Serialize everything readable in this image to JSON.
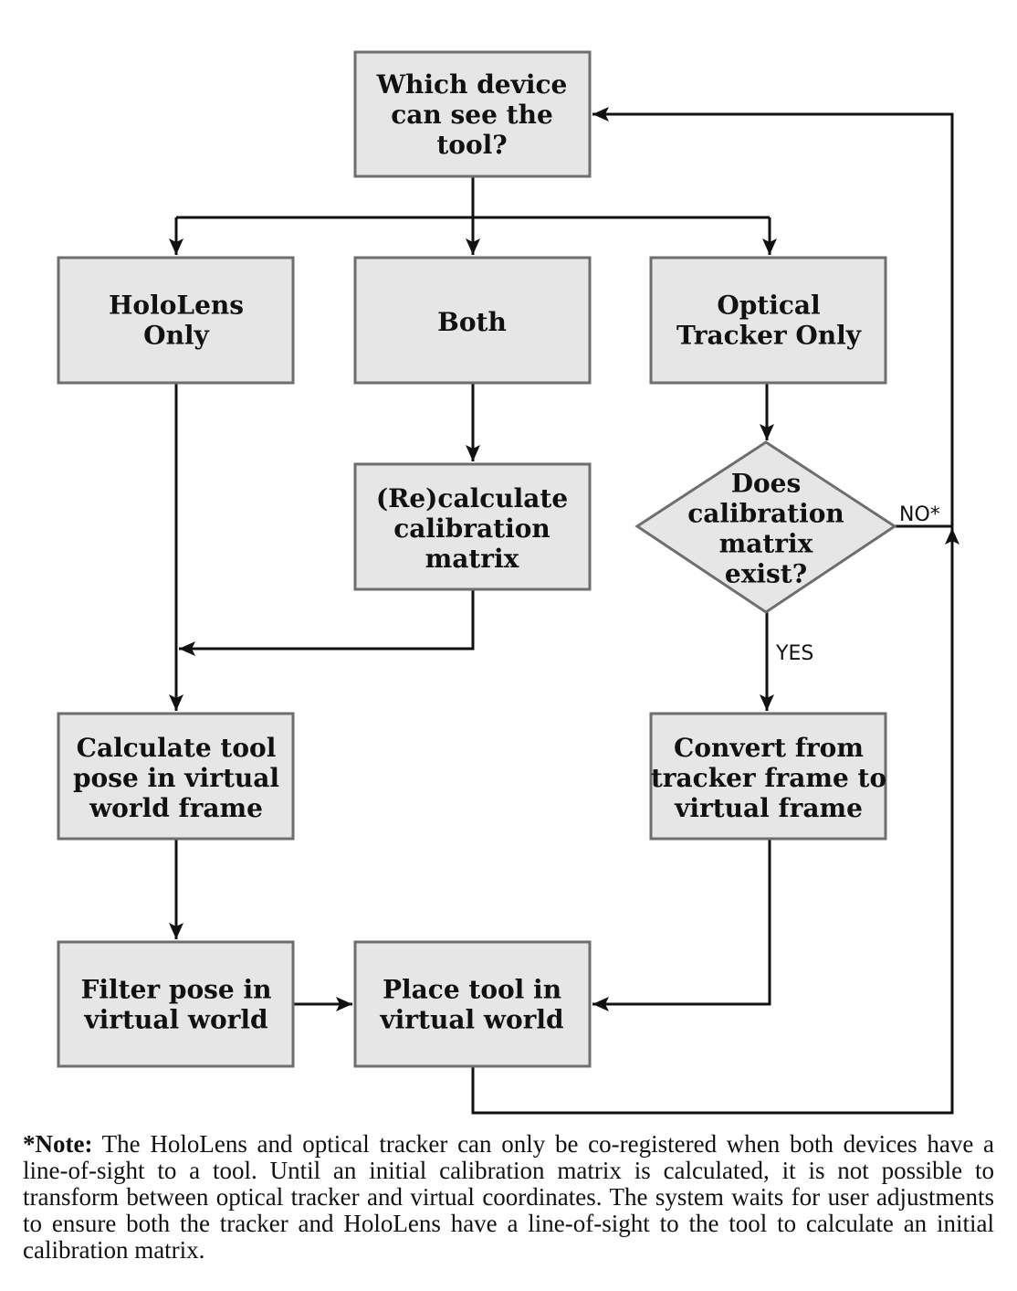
{
  "nodes": {
    "which_device": [
      "Which device",
      "can see the",
      "tool?"
    ],
    "hololens_only": [
      "HoloLens",
      "Only"
    ],
    "both": [
      "Both"
    ],
    "optical_only": [
      "Optical",
      "Tracker Only"
    ],
    "recalculate": [
      "(Re)calculate",
      "calibration",
      "matrix"
    ],
    "calib_exists": [
      "Does",
      "calibration",
      "matrix",
      "exist?"
    ],
    "calc_pose": [
      "Calculate tool",
      "pose in virtual",
      "world frame"
    ],
    "convert": [
      "Convert from",
      "tracker frame to",
      "virtual frame"
    ],
    "filter_pose": [
      "Filter pose  in",
      "virtual world"
    ],
    "place_tool": [
      "Place tool in",
      "virtual world"
    ]
  },
  "edge_labels": {
    "no": "NO*",
    "yes": "YES"
  },
  "note": {
    "label": "*Note:",
    "text": " The HoloLens and optical tracker can only be co-registered when both devices have a line-of-sight to a tool. Until an initial calibration matrix is calculated, it is not possible to transform between optical tracker and virtual coordinates. The system waits for user adjustments to ensure both the tracker and HoloLens have a line-of-sight to the tool to calculate an initial calibration matrix."
  },
  "colors": {
    "node_fill": "#e6e6e6",
    "node_stroke": "#6e6e6e",
    "line": "#111111"
  }
}
